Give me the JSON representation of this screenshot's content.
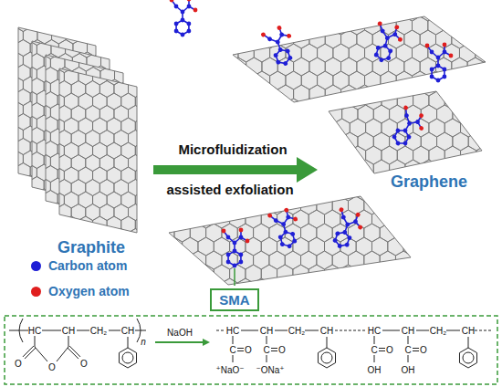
{
  "diagram": {
    "nodes": [
      {
        "text": [
          "SMA"
        ]
      }
    ],
    "labels": [
      "Graphite",
      "Microfluidization",
      "assisted exfoliation",
      "Graphene",
      "NaOH",
      "HC",
      "CH",
      "CH₂",
      "CH",
      "n",
      "O",
      "O",
      "O",
      "HC",
      "CH",
      "CH₂",
      "CH",
      "C",
      "C",
      "O",
      "O",
      "⁺NaO⁻",
      "⁻ONa⁺",
      "HC",
      "CH",
      "CH₂",
      "CH",
      "C",
      "C",
      "O",
      "O",
      "OH",
      "OH"
    ],
    "legend": [
      {
        "text": "Carbon atom",
        "color": "#1f1fd6"
      },
      {
        "text": "Oxygen atom",
        "color": "#e01e1e"
      }
    ]
  }
}
